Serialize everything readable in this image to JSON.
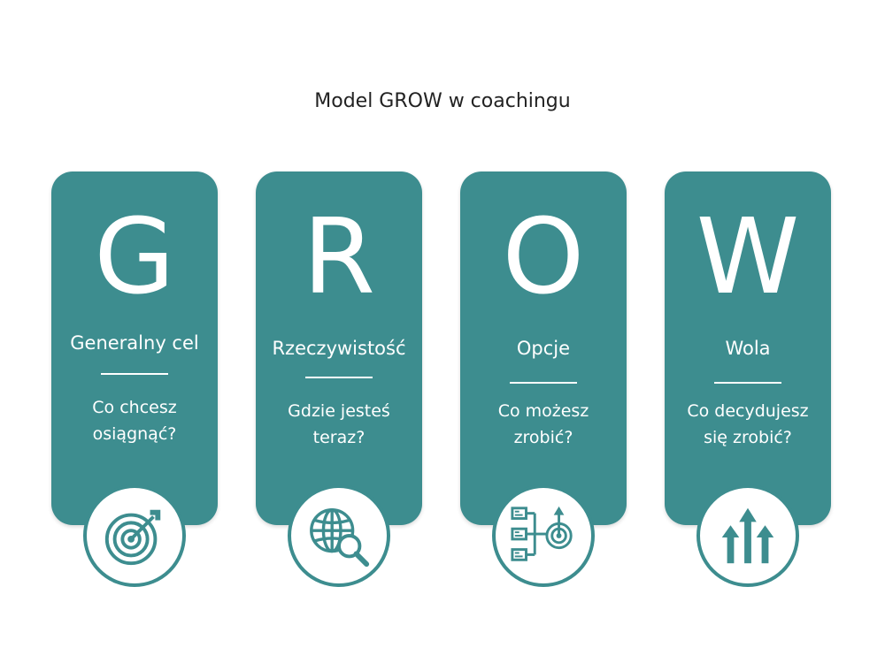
{
  "title": "Model GROW w coachingu",
  "accent_color": "#3d8d8f",
  "cards": [
    {
      "letter": "G",
      "heading": "Generalny cel",
      "question": "Co chcesz\nosiągnąć?",
      "icon": "target-icon"
    },
    {
      "letter": "R",
      "heading": "Rzeczywistość",
      "question": "Gdzie jesteś\nteraz?",
      "icon": "globe-magnifier-icon"
    },
    {
      "letter": "O",
      "heading": "Opcje",
      "question": "Co możesz\nzrobić?",
      "icon": "options-flow-target-icon"
    },
    {
      "letter": "W",
      "heading": "Wola",
      "question": "Co decydujesz\nsię zrobić?",
      "icon": "up-arrows-icon"
    }
  ]
}
